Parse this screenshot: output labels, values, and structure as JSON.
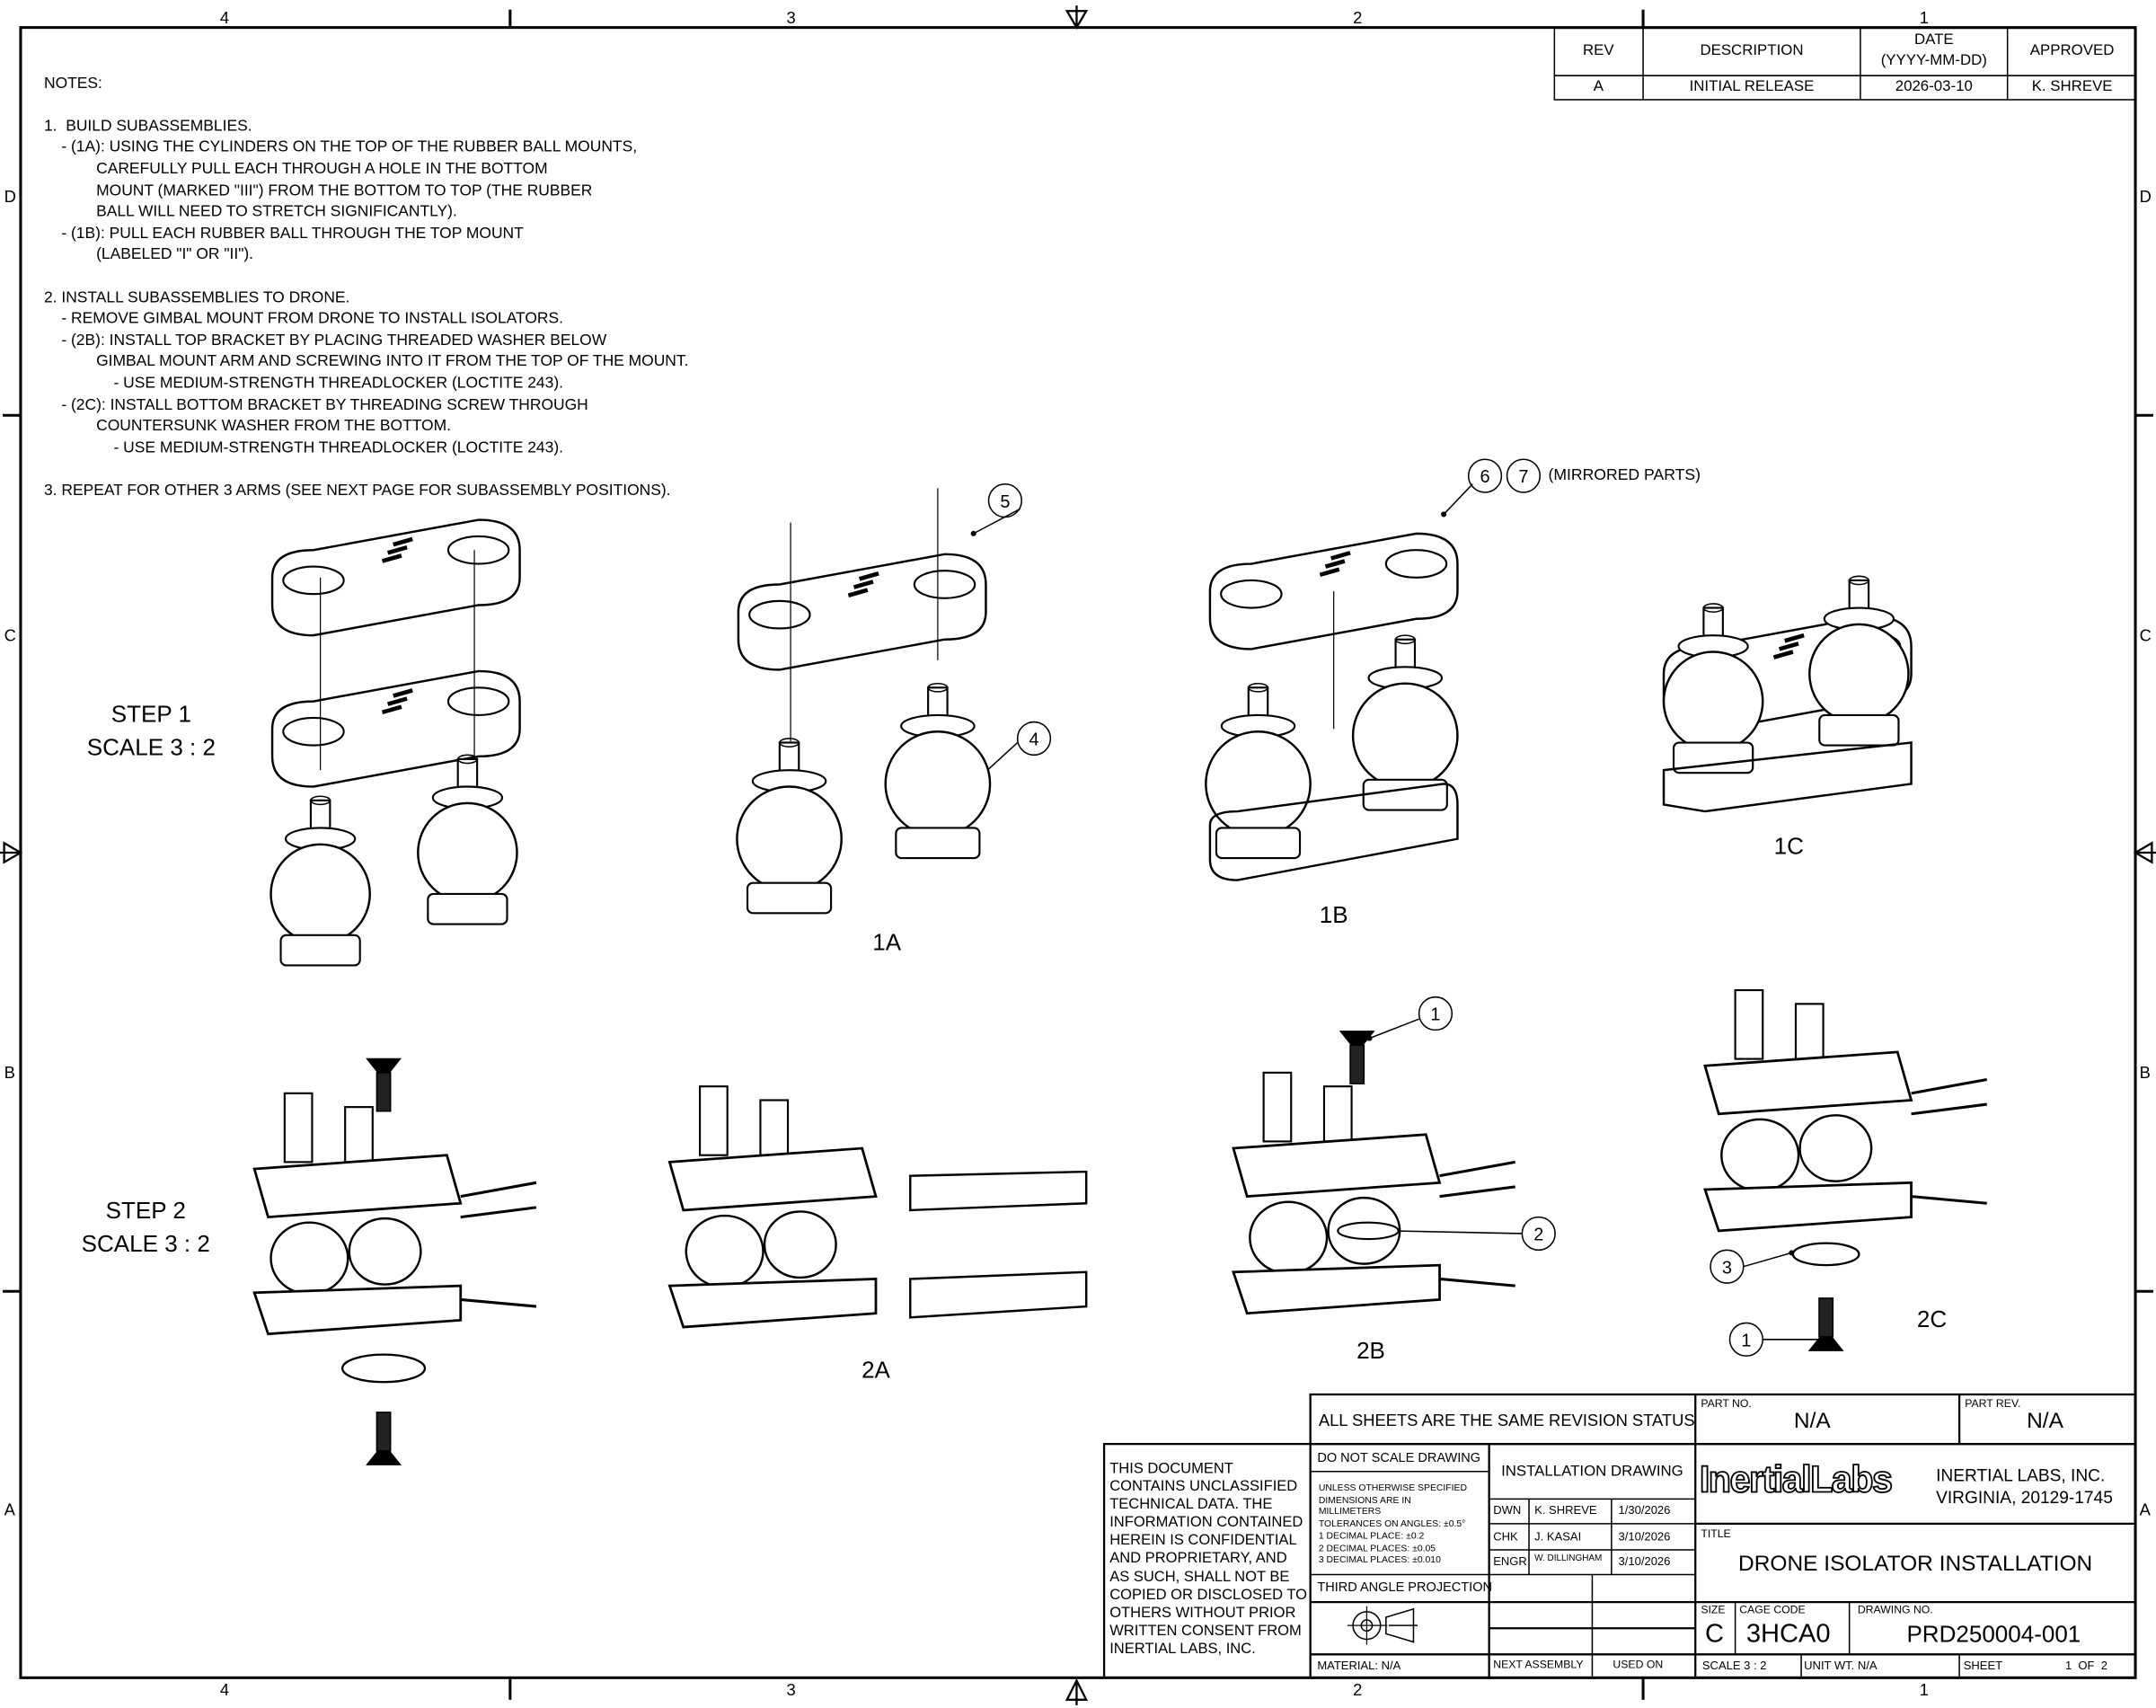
{
  "zones": {
    "columns": [
      "4",
      "3",
      "2",
      "1"
    ],
    "rows": [
      "D",
      "C",
      "B",
      "A"
    ]
  },
  "notes": {
    "heading": "NOTES:",
    "lines": [
      "1.  BUILD SUBASSEMBLIES.",
      "    - (1A): USING THE CYLINDERS ON THE TOP OF THE RUBBER BALL MOUNTS,",
      "            CAREFULLY PULL EACH THROUGH A HOLE IN THE BOTTOM",
      "            MOUNT (MARKED \"III\") FROM THE BOTTOM TO TOP (THE RUBBER",
      "            BALL WILL NEED TO STRETCH SIGNIFICANTLY).",
      "    - (1B): PULL EACH RUBBER BALL THROUGH THE TOP MOUNT",
      "            (LABELED \"I\" OR \"II\").",
      "",
      "2. INSTALL SUBASSEMBLIES TO DRONE.",
      "    - REMOVE GIMBAL MOUNT FROM DRONE TO INSTALL ISOLATORS.",
      "    - (2B): INSTALL TOP BRACKET BY PLACING THREADED WASHER BELOW",
      "            GIMBAL MOUNT ARM AND SCREWING INTO IT FROM THE TOP OF THE MOUNT.",
      "                - USE MEDIUM-STRENGTH THREADLOCKER (LOCTITE 243).",
      "    - (2C): INSTALL BOTTOM BRACKET BY THREADING SCREW THROUGH",
      "            COUNTERSUNK WASHER FROM THE BOTTOM.",
      "                - USE MEDIUM-STRENGTH THREADLOCKER (LOCTITE 243).",
      "",
      "3. REPEAT FOR OTHER 3 ARMS (SEE NEXT PAGE FOR SUBASSEMBLY POSITIONS)."
    ]
  },
  "revision": {
    "headers": {
      "rev": "REV",
      "description": "DESCRIPTION",
      "date_1": "DATE",
      "date_2": "(YYYY-MM-DD)",
      "approved": "APPROVED"
    },
    "row": {
      "rev": "A",
      "description": "INITIAL RELEASE",
      "date": "2026-03-10",
      "approved": "K. SHREVE"
    }
  },
  "views": {
    "step1": [
      "STEP 1",
      "SCALE 3 : 2"
    ],
    "step2": [
      "STEP 2",
      "SCALE 3 : 2"
    ],
    "v1a": "1A",
    "v1b": "1B",
    "v1c": "1C",
    "v2a": "2A",
    "v2b": "2B",
    "v2c": "2C",
    "mirrored": "(MIRRORED PARTS)",
    "balloons": {
      "b5": "5",
      "b4": "4",
      "b6": "6",
      "b7": "7",
      "b1a": "1",
      "b2": "2",
      "b3": "3",
      "b1b": "1"
    }
  },
  "title_block": {
    "revision_status": "ALL SHEETS ARE THE SAME REVISION STATUS",
    "part_no_label": "PART NO.",
    "part_no": "N/A",
    "part_rev_label": "PART REV.",
    "part_rev": "N/A",
    "notice": [
      "THIS DOCUMENT",
      "CONTAINS UNCLASSIFIED",
      "TECHNICAL DATA. THE",
      "INFORMATION CONTAINED",
      "HEREIN IS CONFIDENTIAL",
      "AND PROPRIETARY, AND",
      "AS SUCH, SHALL NOT BE",
      "COPIED OR DISCLOSED TO",
      "OTHERS WITHOUT PRIOR",
      "WRITTEN CONSENT FROM",
      "INERTIAL LABS, INC."
    ],
    "do_not_scale": "DO NOT SCALE DRAWING",
    "tolerances": [
      "UNLESS OTHERWISE SPECIFIED",
      "DIMENSIONS ARE IN",
      "MILLIMETERS",
      "TOLERANCES ON ANGLES: ±0.5°",
      "1 DECIMAL PLACE: ±0.2",
      "2 DECIMAL PLACES: ±0.05",
      "3 DECIMAL PLACES: ±0.010"
    ],
    "projection": "THIRD ANGLE PROJECTION",
    "drawing_type": "INSTALLATION DRAWING",
    "signoffs": [
      {
        "role": "DWN",
        "name": "K. SHREVE",
        "date": "1/30/2026"
      },
      {
        "role": "CHK",
        "name": "J. KASAI",
        "date": "3/10/2026"
      },
      {
        "role": "ENGR",
        "name": "W. DILLINGHAM",
        "date": "3/10/2026"
      }
    ],
    "logo": "InertialLabs",
    "company": "INERTIAL LABS, INC.",
    "address": "VIRGINIA, 20129-1745",
    "title_label": "TITLE",
    "title": "DRONE ISOLATOR INSTALLATION",
    "size_label": "SIZE",
    "size": "C",
    "cage_label": "CAGE CODE",
    "cage": "3HCA0",
    "drawing_no_label": "DRAWING NO.",
    "drawing_no": "PRD250004-001",
    "material": "MATERIAL: N/A",
    "next_assembly": "NEXT ASSEMBLY",
    "used_on": "USED ON",
    "scale": "SCALE 3 : 2",
    "unit_wt": "UNIT WT. N/A",
    "sheet_label": "SHEET",
    "sheet": "1  OF  2"
  }
}
